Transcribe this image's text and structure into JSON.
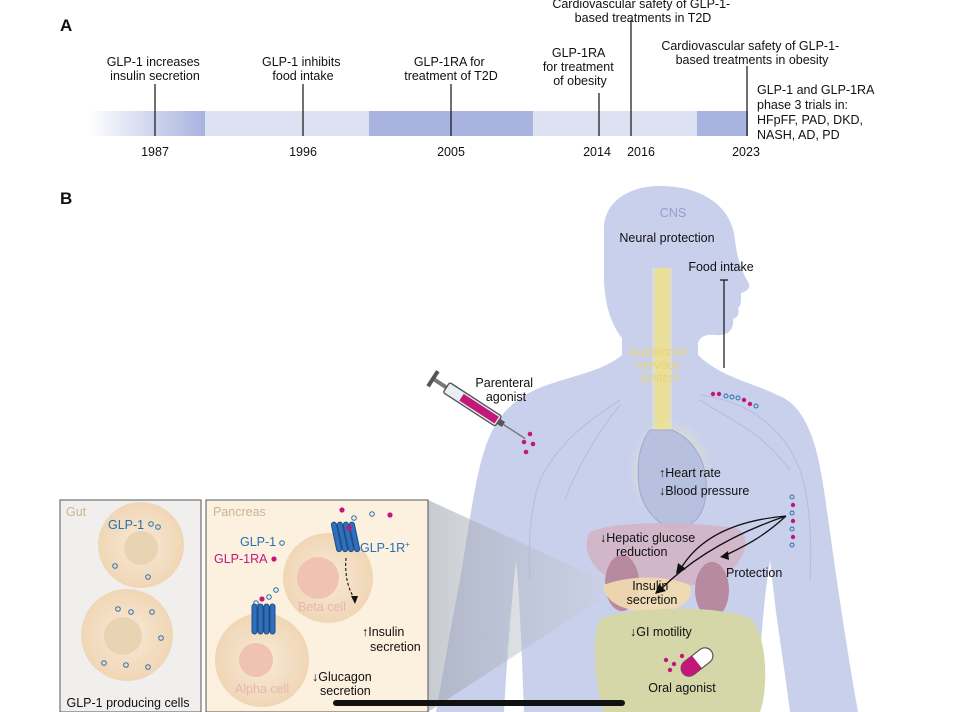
{
  "panel_a": {
    "label": "A",
    "events": [
      {
        "year": "1987",
        "lines": [
          "GLP-1 increases",
          "insulin secretion"
        ]
      },
      {
        "year": "1996",
        "lines": [
          "GLP-1 inhibits",
          "food intake"
        ]
      },
      {
        "year": "2005",
        "lines": [
          "GLP-1RA for",
          "treatment of T2D"
        ]
      },
      {
        "year": "2014",
        "lines": [
          "GLP-1RA",
          "for treatment",
          "of obesity"
        ]
      },
      {
        "year": "2016",
        "lines": [
          "Cardiovascular safety of GLP-1-",
          "based treatments in T2D"
        ]
      },
      {
        "year": "2023",
        "lines": [
          "Cardiovascular safety of GLP-1-",
          "based treatments in obesity"
        ]
      }
    ],
    "trials": [
      "GLP-1 and GLP-1RA",
      "phase 3 trials in:",
      "HFpFF, PAD, DKD,",
      "NASH, AD, PD"
    ]
  },
  "panel_b": {
    "label": "B",
    "cns": "CNS",
    "neural_protection": "Neural protection",
    "food_intake": "Food intake",
    "autonomic": [
      "Autonomic",
      "nervous",
      "system"
    ],
    "parenteral": [
      "Parenteral",
      "agonist"
    ],
    "heart": [
      "↑Heart rate",
      "↓Blood pressure"
    ],
    "hepatic": [
      "↓Hepatic glucose",
      "reduction"
    ],
    "protection": "Protection",
    "insulin_secretion": [
      "Insulin",
      "secretion"
    ],
    "gi_motility": "↓GI motility",
    "oral_agonist": "Oral agonist",
    "gut": {
      "title": "Gut",
      "glp1": "GLP-1",
      "caption": "GLP-1 producing cells"
    },
    "pancreas": {
      "title": "Pancreas",
      "glp1": "GLP-1",
      "glp1ra": "GLP-1RA",
      "glp1r": "GLP-1R",
      "glp1r_sup": "+",
      "beta": "Beta cell",
      "alpha": "Alpha cell",
      "insulin": [
        "↑Insulin",
        "secretion"
      ],
      "glucagon": [
        "↓Glucagon",
        "secretion"
      ]
    }
  },
  "colors": {
    "timeline_light": "#dde2f3",
    "timeline_dark": "#a8b3e0",
    "body": "#c9d0ec",
    "magenta": "#c2187a",
    "blue": "#2a6fb0",
    "cell": "#f5dfc4"
  }
}
